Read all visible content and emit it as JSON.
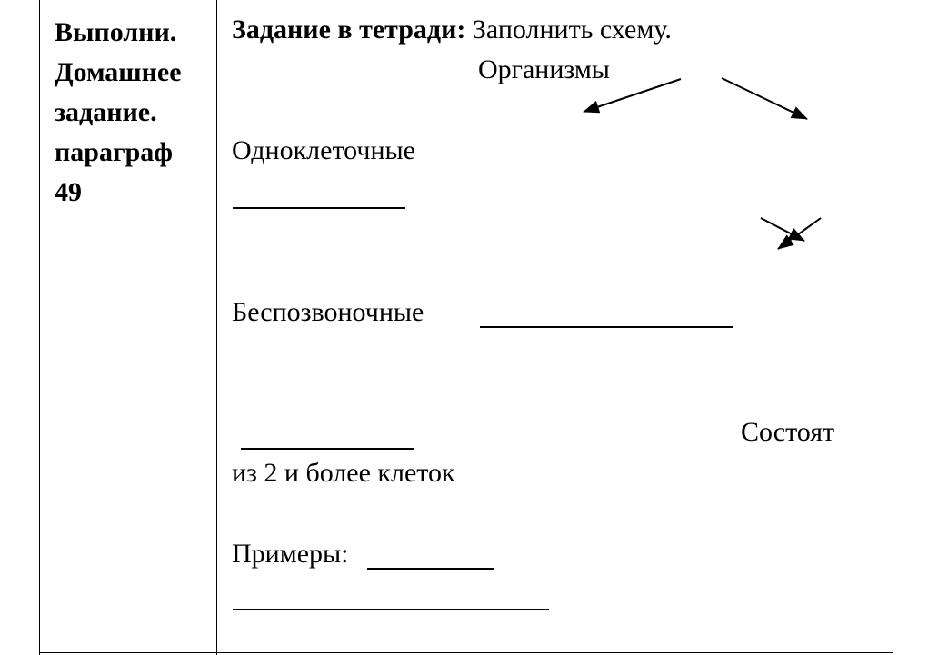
{
  "left_cell": {
    "lines": [
      "Выполни.",
      "Домашнее",
      "задание.",
      "параграф",
      "49"
    ]
  },
  "task": {
    "label": "Задание в тетради:",
    "text": "Заполнить схему."
  },
  "scheme": {
    "root": "Организмы",
    "unicellular": "Одноклеточные",
    "invertebrates": "Беспозвоночные",
    "consist_a": "Состоят",
    "consist_b": "из 2 и более клеток",
    "examples": "Примеры:"
  }
}
